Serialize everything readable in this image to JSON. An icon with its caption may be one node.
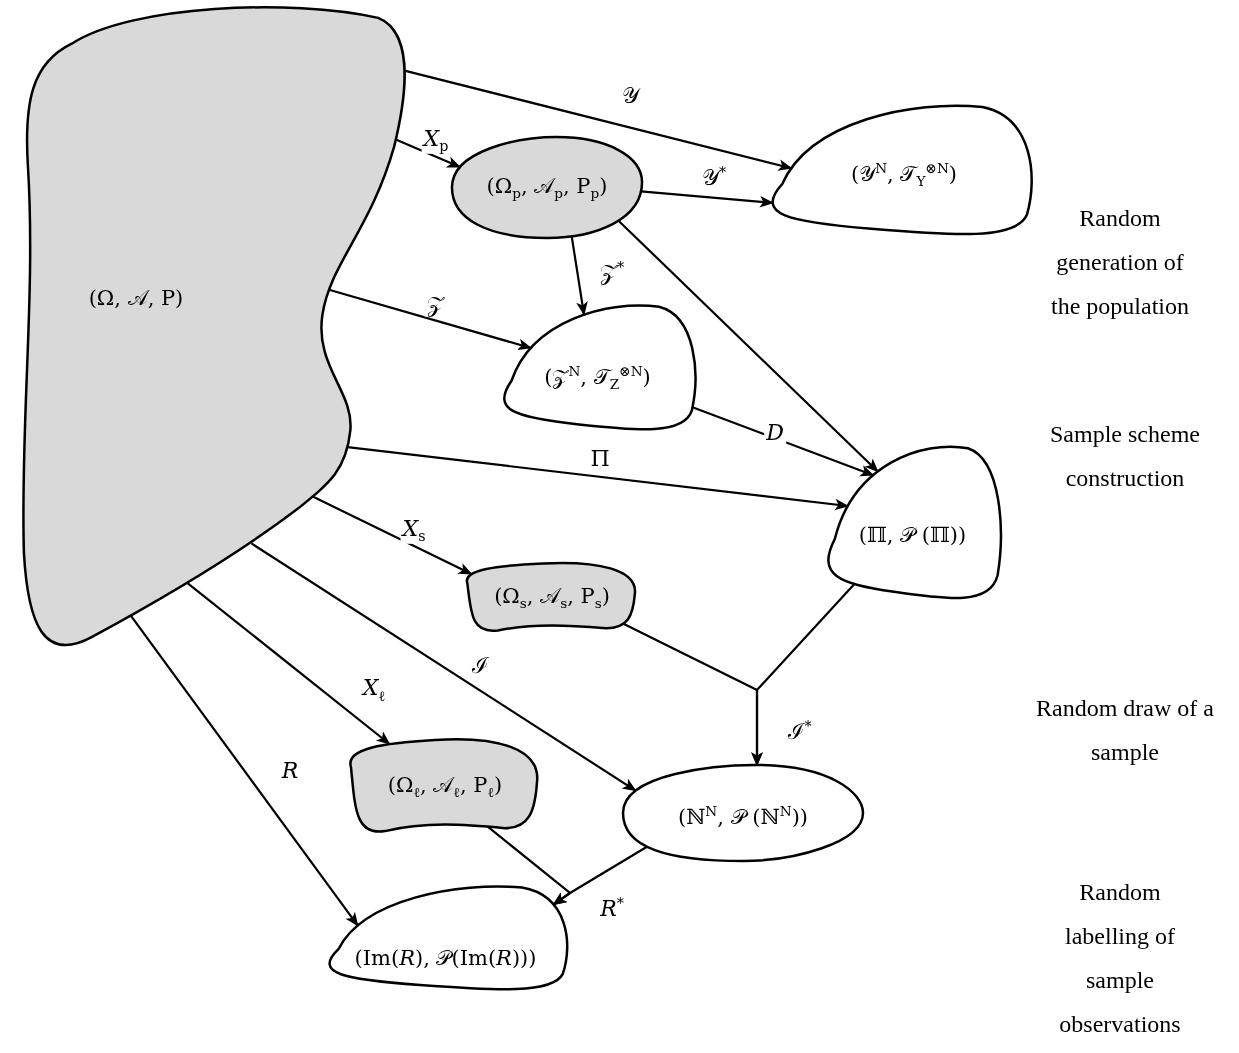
{
  "diagram": {
    "nodes": [
      {
        "text": [
          "(Ω, 𝒜, P)"
        ]
      },
      {
        "text": [
          "(Ω$_{p}$, 𝒜$_{p}$, P$_{p}$)"
        ]
      },
      {
        "text": [
          "(𝒴$^{N}$, 𝒯$_{Y}$$^{⊗N}$)"
        ]
      },
      {
        "text": [
          "(𝒵$^{N}$, 𝒯$_{Z}$$^{⊗N}$)"
        ]
      },
      {
        "text": [
          "(ℿ, 𝒫 (ℿ))"
        ]
      },
      {
        "text": [
          "(Ω$_{s}$, 𝒜$_{s}$, P$_{s}$)"
        ]
      },
      {
        "text": [
          "(ℕ$^{N}$, 𝒫 (ℕ$^{N}$))"
        ]
      },
      {
        "text": [
          "(Ω$_{ℓ}$, 𝒜$_{ℓ}$, P$_{ℓ}$)"
        ]
      },
      {
        "text": [
          "(Im(*R*), 𝒫(Im(*R*)))"
        ]
      }
    ],
    "edges": [
      {
        "from": 0,
        "to": 2,
        "arrow": "to",
        "label": "𝒴"
      },
      {
        "from": 0,
        "to": 1,
        "arrow": "to",
        "label": "*X*$_{p}$"
      },
      {
        "from": 1,
        "to": 2,
        "arrow": "to",
        "label": "𝒴$^{*}$"
      },
      {
        "from": 1,
        "to": 3,
        "arrow": "to",
        "label": "𝒵$^{*}$"
      },
      {
        "from": 1,
        "to": 4,
        "arrow": "to"
      },
      {
        "from": 0,
        "to": 3,
        "arrow": "to",
        "label": "𝒵"
      },
      {
        "from": 3,
        "to": 4,
        "arrow": "to",
        "label": "*D*"
      },
      {
        "from": 0,
        "to": 4,
        "arrow": "to",
        "label": "Π"
      },
      {
        "from": 0,
        "to": 5,
        "arrow": "to",
        "label": "*X*$_{s}$"
      },
      {
        "from": 5,
        "to": 6,
        "arrow": "to",
        "label": "ℐ$^{*}$"
      },
      {
        "from": 4,
        "to": 6,
        "arrow": "to"
      },
      {
        "from": 0,
        "to": 6,
        "arrow": "to",
        "label": "ℐ"
      },
      {
        "from": 0,
        "to": 7,
        "arrow": "to",
        "label": "*X*$_{ℓ}$"
      },
      {
        "from": 0,
        "to": 8,
        "arrow": "to",
        "label": "*R*"
      },
      {
        "from": 7,
        "to": 8,
        "arrow": "to",
        "label": "*R*$^{*}$"
      },
      {
        "from": 6,
        "to": 8,
        "arrow": "to"
      }
    ],
    "labels": [
      "Random generation of the population",
      "Sample scheme construction",
      "Random draw of a sample",
      "Random labelling of sample observations"
    ]
  }
}
